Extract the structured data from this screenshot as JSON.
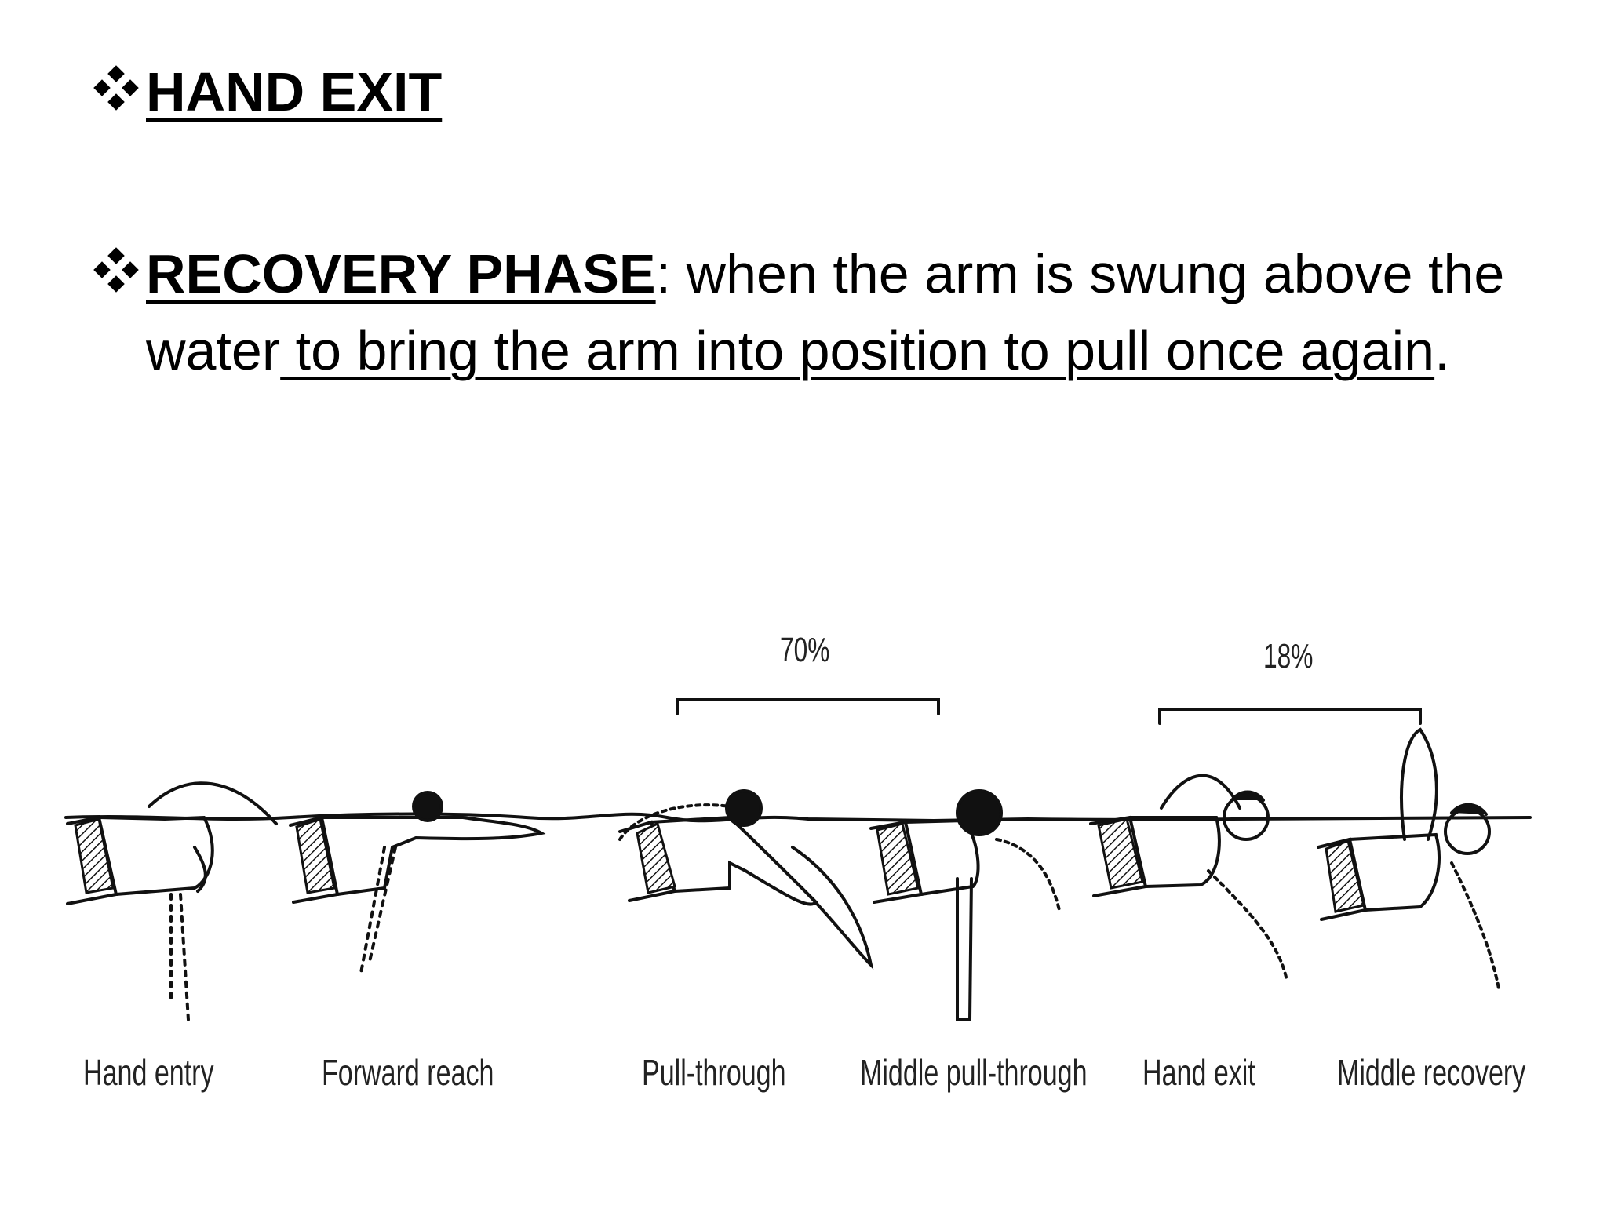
{
  "bullets": {
    "hand_exit": {
      "heading": "HAND EXIT"
    },
    "recovery": {
      "heading": "RECOVERY PHASE",
      "colon": ":",
      "text_plain": " when the arm is swung above the water",
      "text_underlined": " to bring the arm into position to pull once again",
      "period": "."
    }
  },
  "figure": {
    "percentages": [
      "70%",
      "18%"
    ],
    "phase_labels": [
      "Hand entry",
      "Forward reach",
      "Pull-through",
      "Middle pull-through",
      "Hand exit",
      "Middle recovery"
    ]
  }
}
